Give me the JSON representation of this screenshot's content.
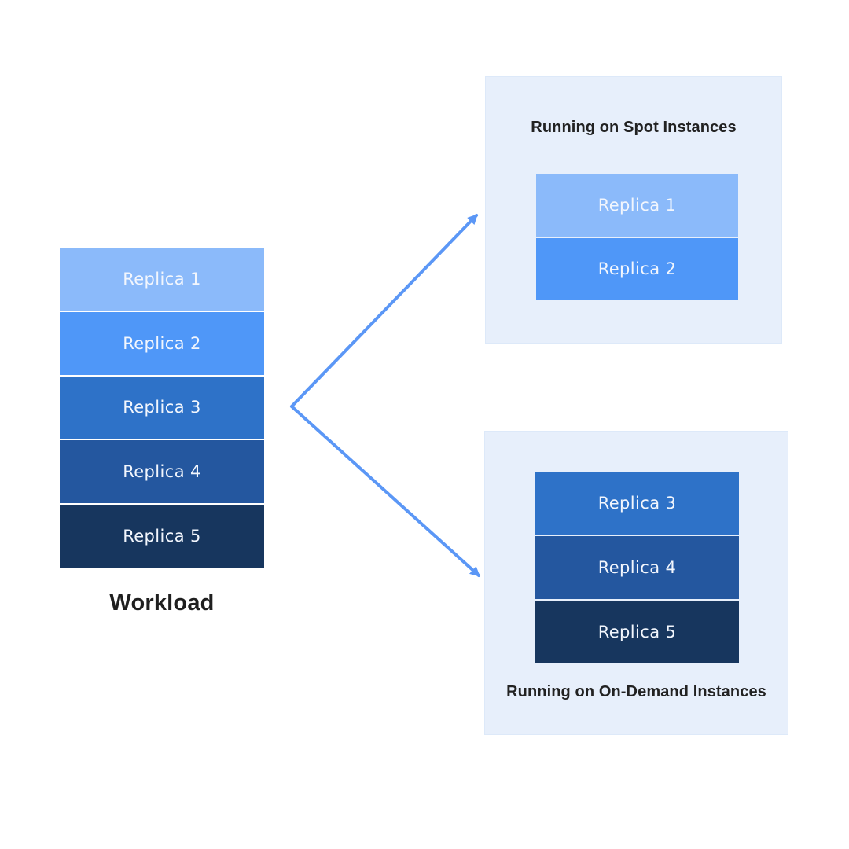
{
  "diagram": {
    "workload": {
      "label": "Workload",
      "replicas": [
        {
          "label": "Replica 1",
          "color": "#8bbafa"
        },
        {
          "label": "Replica 2",
          "color": "#4f97f8"
        },
        {
          "label": "Replica 3",
          "color": "#2e72c8"
        },
        {
          "label": "Replica 4",
          "color": "#24579f"
        },
        {
          "label": "Replica 5",
          "color": "#17365e"
        }
      ]
    },
    "spot_panel": {
      "title": "Running on Spot Instances",
      "replicas": [
        {
          "label": "Replica 1",
          "color": "#8bbafa"
        },
        {
          "label": "Replica 2",
          "color": "#4f97f8"
        }
      ]
    },
    "on_demand_panel": {
      "title": "Running on On-Demand Instances",
      "replicas": [
        {
          "label": "Replica 3",
          "color": "#2e72c8"
        },
        {
          "label": "Replica 4",
          "color": "#24579f"
        },
        {
          "label": "Replica 5",
          "color": "#17365e"
        }
      ]
    },
    "arrows": {
      "color": "#5b97f6"
    },
    "colors": {
      "page_bg": "#ffffff",
      "panel_bg": "#e7effb",
      "panel_border": "#dde9f9",
      "title_text": "#222222",
      "replica_text": "#f2f6fd"
    }
  }
}
